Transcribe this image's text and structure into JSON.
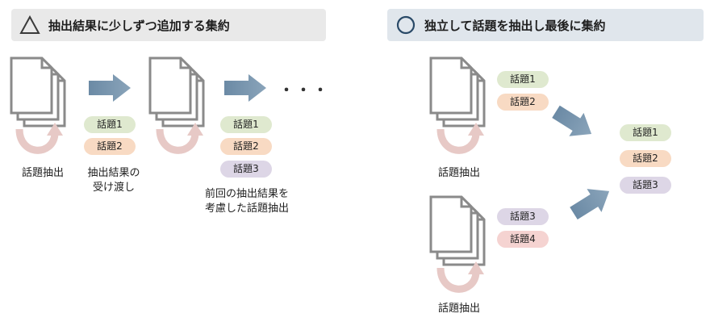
{
  "left": {
    "header_title": "抽出結果に少しずつ追加する集約",
    "label_extract": "話題抽出",
    "label_handoff": [
      "抽出結果の",
      "受け渡し"
    ],
    "label_consider": [
      "前回の抽出結果を",
      "考慮した話題抽出"
    ],
    "ellipsis": "・・・",
    "pills_stage1": [
      "話題1",
      "話題2"
    ],
    "pills_stage2": [
      "話題1",
      "話題2",
      "話題3"
    ]
  },
  "right": {
    "header_title": "独立して話題を抽出し最後に集約",
    "label_extract_top": "話題抽出",
    "label_extract_bottom": "話題抽出",
    "pills_top": [
      "話題1",
      "話題2"
    ],
    "pills_bottom": [
      "話題3",
      "話題4"
    ],
    "pills_merged": [
      "話題1",
      "話題2",
      "話題3"
    ]
  },
  "colors": {
    "topic1": "#dfe9cf",
    "topic2": "#f8dac3",
    "topic3": "#ddd6e6",
    "topic4": "#f5d3d1",
    "arrow": "#6d8ca6",
    "doc_outline": "#8a8a8a",
    "curve_arrow": "#e7c9c6"
  },
  "icons": [
    "triangle-icon",
    "circle-icon",
    "document-stack-icon",
    "right-arrow-icon",
    "curved-arrow-icon"
  ]
}
